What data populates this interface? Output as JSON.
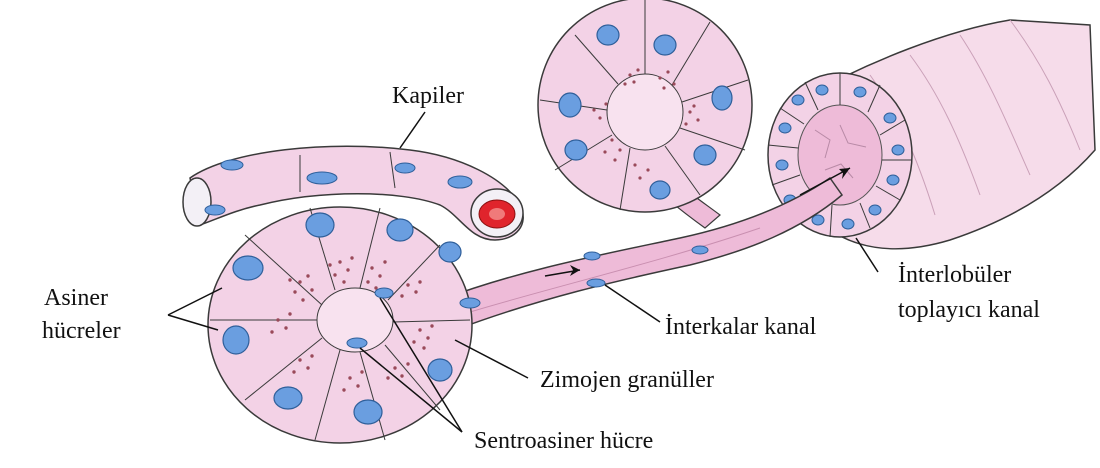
{
  "labels": {
    "kapiler": "Kapiler",
    "asiner_line1": "Asiner",
    "asiner_line2": "hücreler",
    "interkalar": "İnterkalar kanal",
    "interlobuler_line1": "İnterlobüler",
    "interlobuler_line2": "toplayıcı kanal",
    "zimojen": "Zimojen granüller",
    "sentroasiner": "Sentroasiner hücre"
  },
  "colors": {
    "cell_fill": "#f3d2e6",
    "cell_fill_light": "#f8e2ef",
    "duct_fill": "#eebbd8",
    "outline": "#3a3a3a",
    "nucleus": "#6a9ee0",
    "nucleus_dark": "#2f5f9a",
    "granule": "#9a4a5a",
    "blood_cell": "#e0242c",
    "vessel_lumen": "#f3f0f6"
  }
}
